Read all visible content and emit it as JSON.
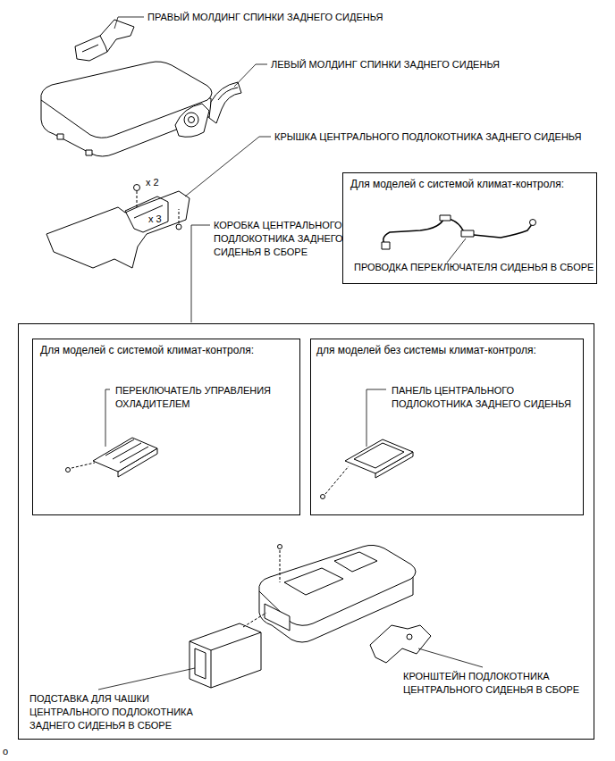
{
  "diagram": {
    "nodes": [
      {
        "text": [
          "Для моделей с системой климат-контроля:",
          "ПРОВОДКА ПЕРЕКЛЮЧАТЕЛЯ СИДЕНЬЯ В СБОРЕ"
        ]
      },
      {
        "text": [
          "ПОДСТАВКА ДЛЯ ЧАШКИ ЦЕНТРАЛЬНОГО ПОДЛОКОТНИКА ЗАДНЕГО СИДЕНЬЯ В СБОРЕ",
          "КРОНШТЕЙН ПОДЛОКОТНИКА ЦЕНТРАЛЬНОГО СИДЕНЬЯ В СБОРЕ"
        ]
      },
      {
        "text": [
          "Для моделей с системой климат-контроля:",
          "ПЕРЕКЛЮЧАТЕЛЬ УПРАВЛЕНИЯ ОХЛАДИТЕЛЕМ"
        ],
        "in": 1
      },
      {
        "text": [
          "для моделей без системы климат-контроля:",
          "ПАНЕЛЬ ЦЕНТРАЛЬНОГО ПОДЛОКОТНИКА ЗАДНЕГО СИДЕНЬЯ"
        ],
        "in": 1
      }
    ],
    "labels": [
      "ПРАВЫЙ МОЛДИНГ СПИНКИ ЗАДНЕГО СИДЕНЬЯ",
      "ЛЕВЫЙ МОЛДИНГ СПИНКИ ЗАДНЕГО СИДЕНЬЯ",
      "КРЫШКА ЦЕНТРАЛЬНОГО ПОДЛОКОТНИКА ЗАДНЕГО СИДЕНЬЯ",
      "x 2",
      "x 3",
      "КОРОБКА ЦЕНТРАЛЬНОГО ПОДЛОКОТНИКА ЗАДНЕГО СИДЕНЬЯ В СБОРЕ",
      "o"
    ]
  }
}
